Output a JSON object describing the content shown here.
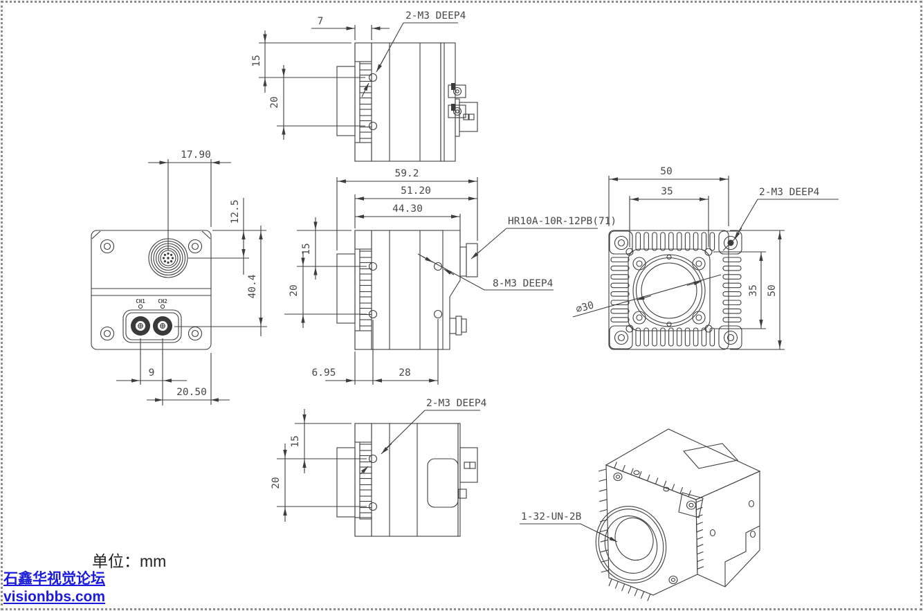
{
  "page": {
    "unit_label": "单位：mm",
    "watermark": {
      "line1": "石鑫华视觉论坛",
      "line2": "visionbbs.com",
      "color": "#1b1bdd"
    },
    "line_color": "#3d3d3d"
  },
  "views": {
    "top_profile": {
      "dim_7": "7",
      "dim_15": "15",
      "dim_20": "20",
      "label_m3": "2-M3 DEEP4"
    },
    "rear": {
      "dim_17_90": "17.90",
      "dim_12_5": "12.5",
      "dim_40_4": "40.4",
      "dim_9": "9",
      "dim_20_50": "20.50",
      "label_ch1": "CH1",
      "label_ch2": "CH2"
    },
    "side": {
      "dim_59_2": "59.2",
      "dim_51_20": "51.20",
      "dim_44_30": "44.30",
      "dim_15": "15",
      "dim_20": "20",
      "dim_6_95": "6.95",
      "dim_28": "28",
      "label_connector": "HR10A-10R-12PB(71)",
      "label_m3": "8-M3 DEEP4"
    },
    "front": {
      "dim_50_top": "50",
      "dim_35_top": "35",
      "dim_35_right": "35",
      "dim_50_right": "50",
      "label_dia": "∅30",
      "label_m3": "2-M3 DEEP4"
    },
    "bottom_profile": {
      "dim_15": "15",
      "dim_20": "20",
      "label_m3": "2-M3 DEEP4"
    },
    "iso": {
      "label_thread": "1-32-UN-2B"
    }
  }
}
